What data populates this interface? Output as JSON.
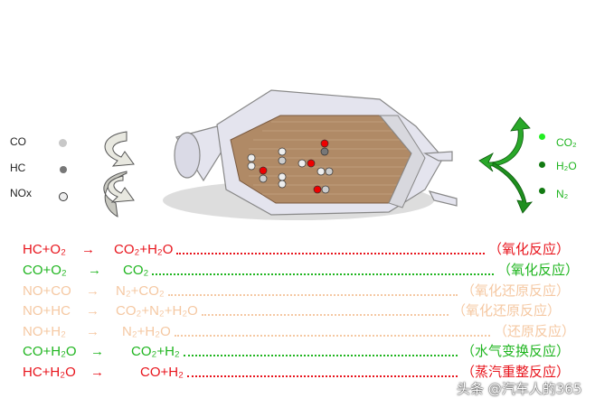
{
  "inputs": [
    {
      "label": "CO",
      "color": "#c8c8c8"
    },
    {
      "label": "HC",
      "color": "#777777"
    },
    {
      "label": "NOx",
      "color": "#eeeeee"
    }
  ],
  "outputs": [
    {
      "label": "CO₂",
      "color": "#22ee22"
    },
    {
      "label": "H₂O",
      "color": "#127a12"
    },
    {
      "label": "N₂",
      "color": "#127a12"
    }
  ],
  "reactions": [
    {
      "reactant": "HC+O₂",
      "arrow": "→",
      "product": "CO₂+H₂O",
      "type": "（氧化反应）",
      "color": "red"
    },
    {
      "reactant": "CO+O₂",
      "arrow": "→",
      "product": "CO₂",
      "type": "（氧化反应）",
      "color": "green"
    },
    {
      "reactant": "NO+CO",
      "arrow": "→",
      "product": "N₂+CO₂",
      "type": "（氧化还原反应）",
      "color": "peach"
    },
    {
      "reactant": "NO+HC",
      "arrow": "→",
      "product": "CO₂+N₂+H₂O",
      "type": "（氧化还原反应）",
      "color": "peach"
    },
    {
      "reactant": "NO+H₂",
      "arrow": "→",
      "product": "N₂+H₂O",
      "type": "（还原反应）",
      "color": "peach"
    },
    {
      "reactant": "CO+H₂O",
      "arrow": "→",
      "product": "CO₂+H₂",
      "type": "（水气变换反应）",
      "color": "green"
    },
    {
      "reactant": "HC+H₂O",
      "arrow": "→",
      "product": "CO+H₂",
      "type": "（蒸汽重整反应）",
      "color": "red"
    }
  ],
  "watermark": "头条 @汽车人的365"
}
